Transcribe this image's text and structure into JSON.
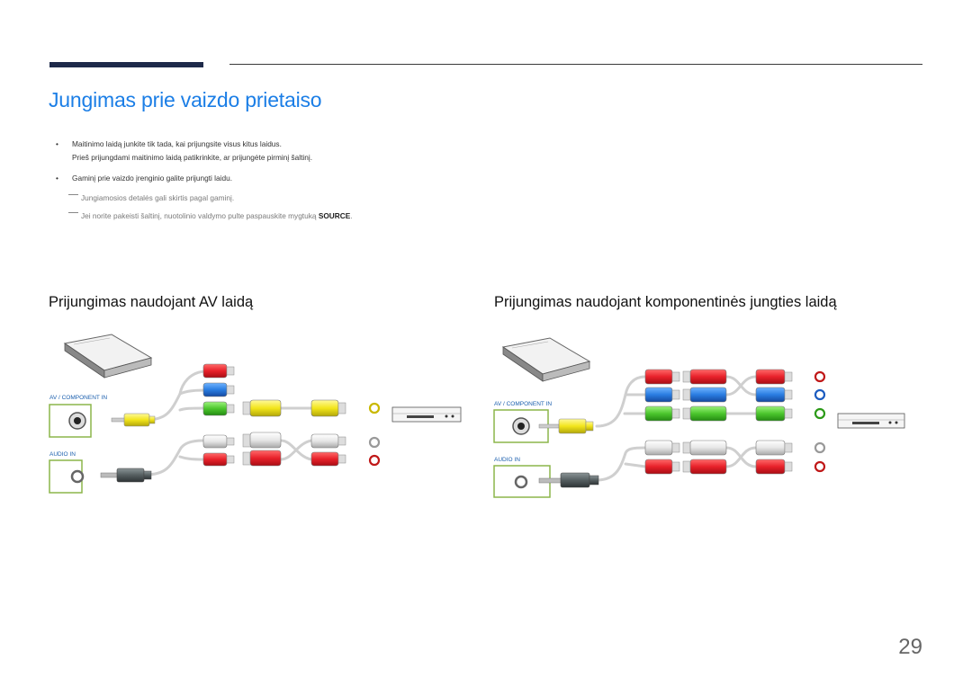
{
  "title": "Jungimas prie vaizdo prietaiso",
  "bullets": [
    {
      "line1": "Maitinimo laidą junkite tik tada, kai prijungsite visus kitus laidus.",
      "line2": "Prieš prijungdami maitinimo laidą patikrinkite, ar prijungėte pirminį šaltinį."
    },
    {
      "line1": "Gaminį prie vaizdo įrenginio galite prijungti laidu."
    }
  ],
  "notes": [
    {
      "text": "Jungiamosios detalės gali skirtis pagal gaminį."
    },
    {
      "text": "Jei norite pakeisti šaltinį, nuotolinio valdymo pulte paspauskite mygtuką ",
      "bold": "SOURCE",
      "after": "."
    }
  ],
  "sections": {
    "av": {
      "heading": "Prijungimas naudojant AV laidą",
      "port1": "AV / COMPONENT IN",
      "port2": "AUDIO IN"
    },
    "component": {
      "heading": "Prijungimas naudojant komponentinės jungties laidą",
      "port1": "AV / COMPONENT IN",
      "port2": "AUDIO IN"
    }
  },
  "colors": {
    "accent": "#1b7ee6",
    "port_border": "#8cb54a",
    "red": "#e8212a",
    "green": "#4cc62d",
    "blue": "#2a7de1",
    "yellow": "#f2e51b",
    "white": "#f0f0f0"
  },
  "icons": [
    "monitor-box-icon",
    "dvd-player-icon",
    "rca-plug-icon",
    "audio-jack-icon"
  ],
  "page_number": "29"
}
